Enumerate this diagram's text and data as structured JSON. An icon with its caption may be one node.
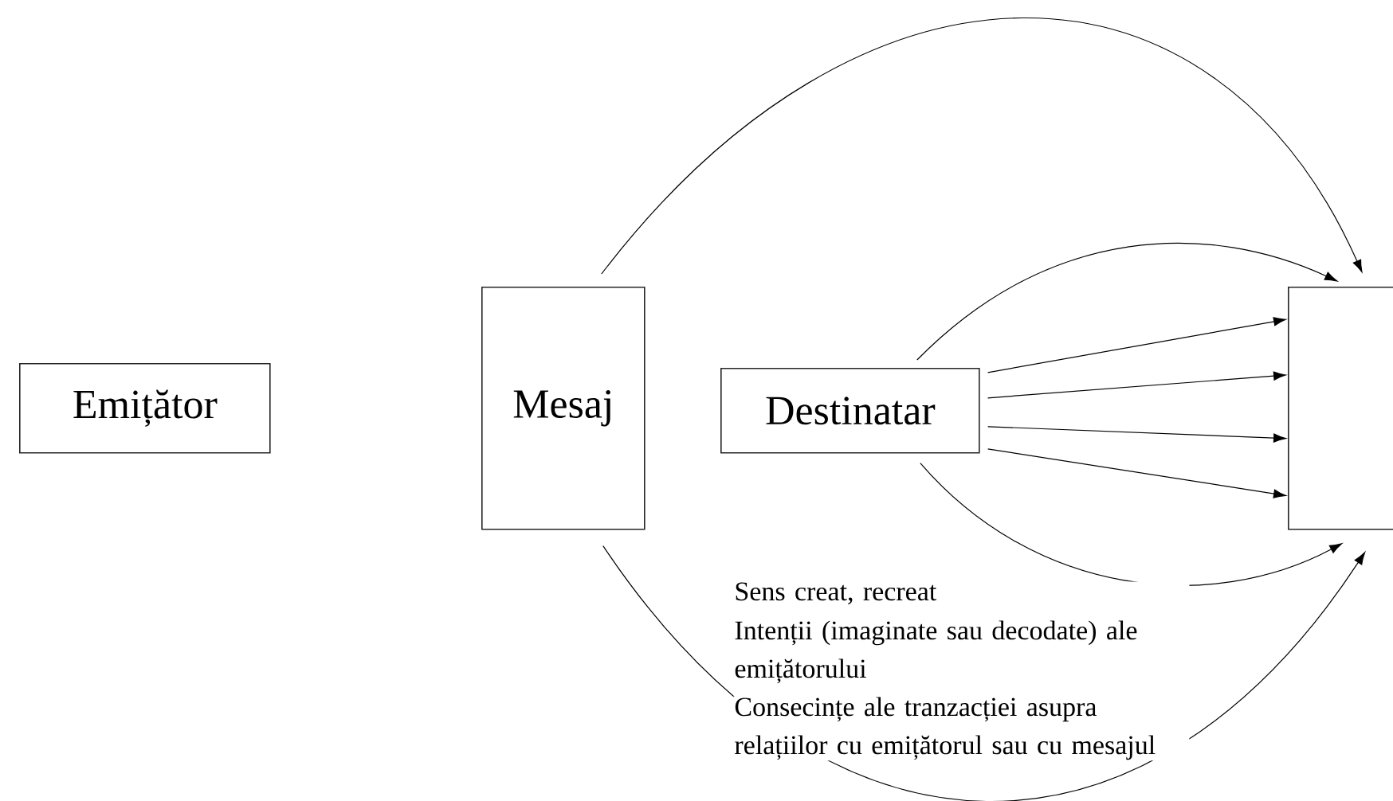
{
  "diagram": {
    "nodes": [
      {
        "text": [
          "Emițător"
        ]
      },
      {
        "text": [
          "Mesaj"
        ]
      },
      {
        "text": [
          "Destinatar"
        ]
      },
      {
        "text": [],
        "shape": "box"
      }
    ],
    "edges": [
      {
        "from": 1,
        "to": 3,
        "arrow": "to"
      },
      {
        "from": 2,
        "to": 3,
        "arrow": "to"
      },
      {
        "from": 2,
        "to": 3,
        "arrow": "to"
      },
      {
        "from": 2,
        "to": 3,
        "arrow": "to"
      },
      {
        "from": 2,
        "to": 3,
        "arrow": "to"
      },
      {
        "from": 2,
        "to": 3,
        "arrow": "to"
      },
      {
        "from": 2,
        "to": 3,
        "arrow": "to"
      },
      {
        "from": 1,
        "to": 3,
        "arrow": "to"
      }
    ],
    "labels": [
      "Sens creat, recreat",
      "Intenții (imaginate sau decodate) ale emițătorului",
      "Consecințe ale tranzacției asupra relațiilor cu emițătorul sau cu mesajul"
    ]
  }
}
